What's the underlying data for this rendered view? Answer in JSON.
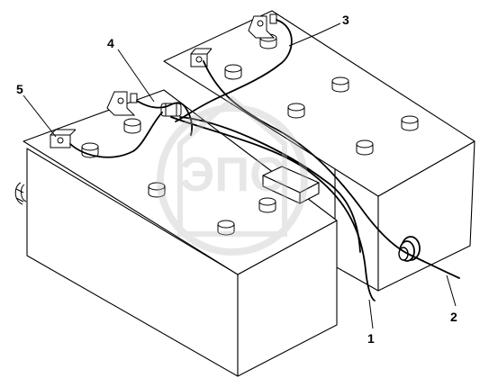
{
  "callouts": [
    {
      "id": "1",
      "text": "1"
    },
    {
      "id": "2",
      "text": "2"
    },
    {
      "id": "3",
      "text": "3"
    },
    {
      "id": "4",
      "text": "4"
    },
    {
      "id": "5",
      "text": "5"
    }
  ],
  "watermark": {
    "text": "ЭПС"
  },
  "colors": {
    "line": "#000000",
    "background": "#ffffff",
    "watermark": "#bdbdbd"
  }
}
